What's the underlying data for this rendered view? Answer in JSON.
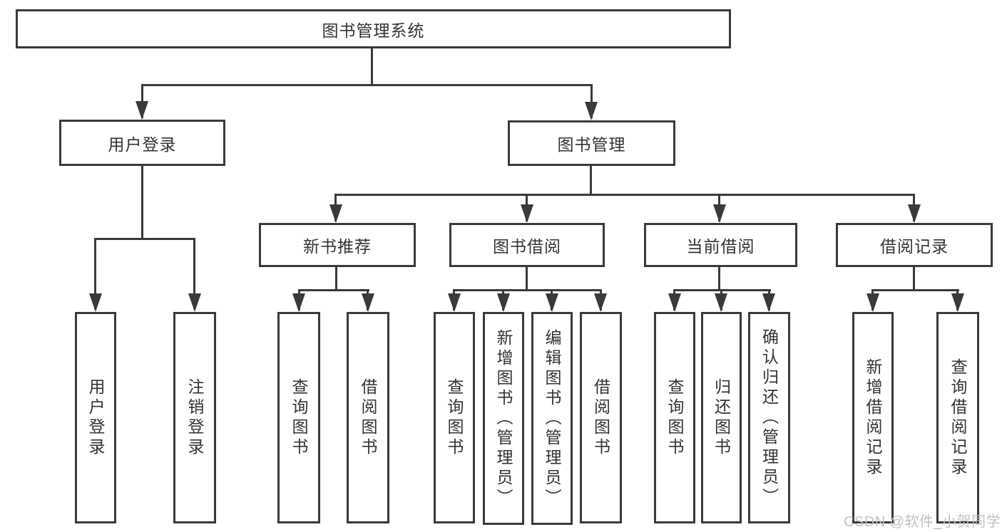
{
  "diagram": {
    "title_node": "图书管理系统",
    "root": {
      "label": "图书管理系统",
      "children": [
        {
          "label": "用户登录",
          "children": [
            {
              "label": "用户登录"
            },
            {
              "label": "注销登录"
            }
          ]
        },
        {
          "label": "图书管理",
          "children": [
            {
              "label": "新书推荐",
              "children": [
                {
                  "label": "查询图书"
                },
                {
                  "label": "借阅图书"
                }
              ]
            },
            {
              "label": "图书借阅",
              "children": [
                {
                  "label": "查询图书"
                },
                {
                  "label": "新增图书（管理员）"
                },
                {
                  "label": "编辑图书（管理员）"
                },
                {
                  "label": "借阅图书"
                }
              ]
            },
            {
              "label": "当前借阅",
              "children": [
                {
                  "label": "查询图书"
                },
                {
                  "label": "归还图书"
                },
                {
                  "label": "确认归还（管理员）"
                }
              ]
            },
            {
              "label": "借阅记录",
              "children": [
                {
                  "label": "新增借阅记录"
                },
                {
                  "label": "查询借阅记录"
                }
              ]
            }
          ]
        }
      ]
    }
  },
  "watermark": {
    "text": "CSDN @软件_小贺同学"
  },
  "colors": {
    "line": "#3a3a3a",
    "text": "#333333",
    "watermark": "#c6c0c0",
    "background": "#ffffff"
  }
}
